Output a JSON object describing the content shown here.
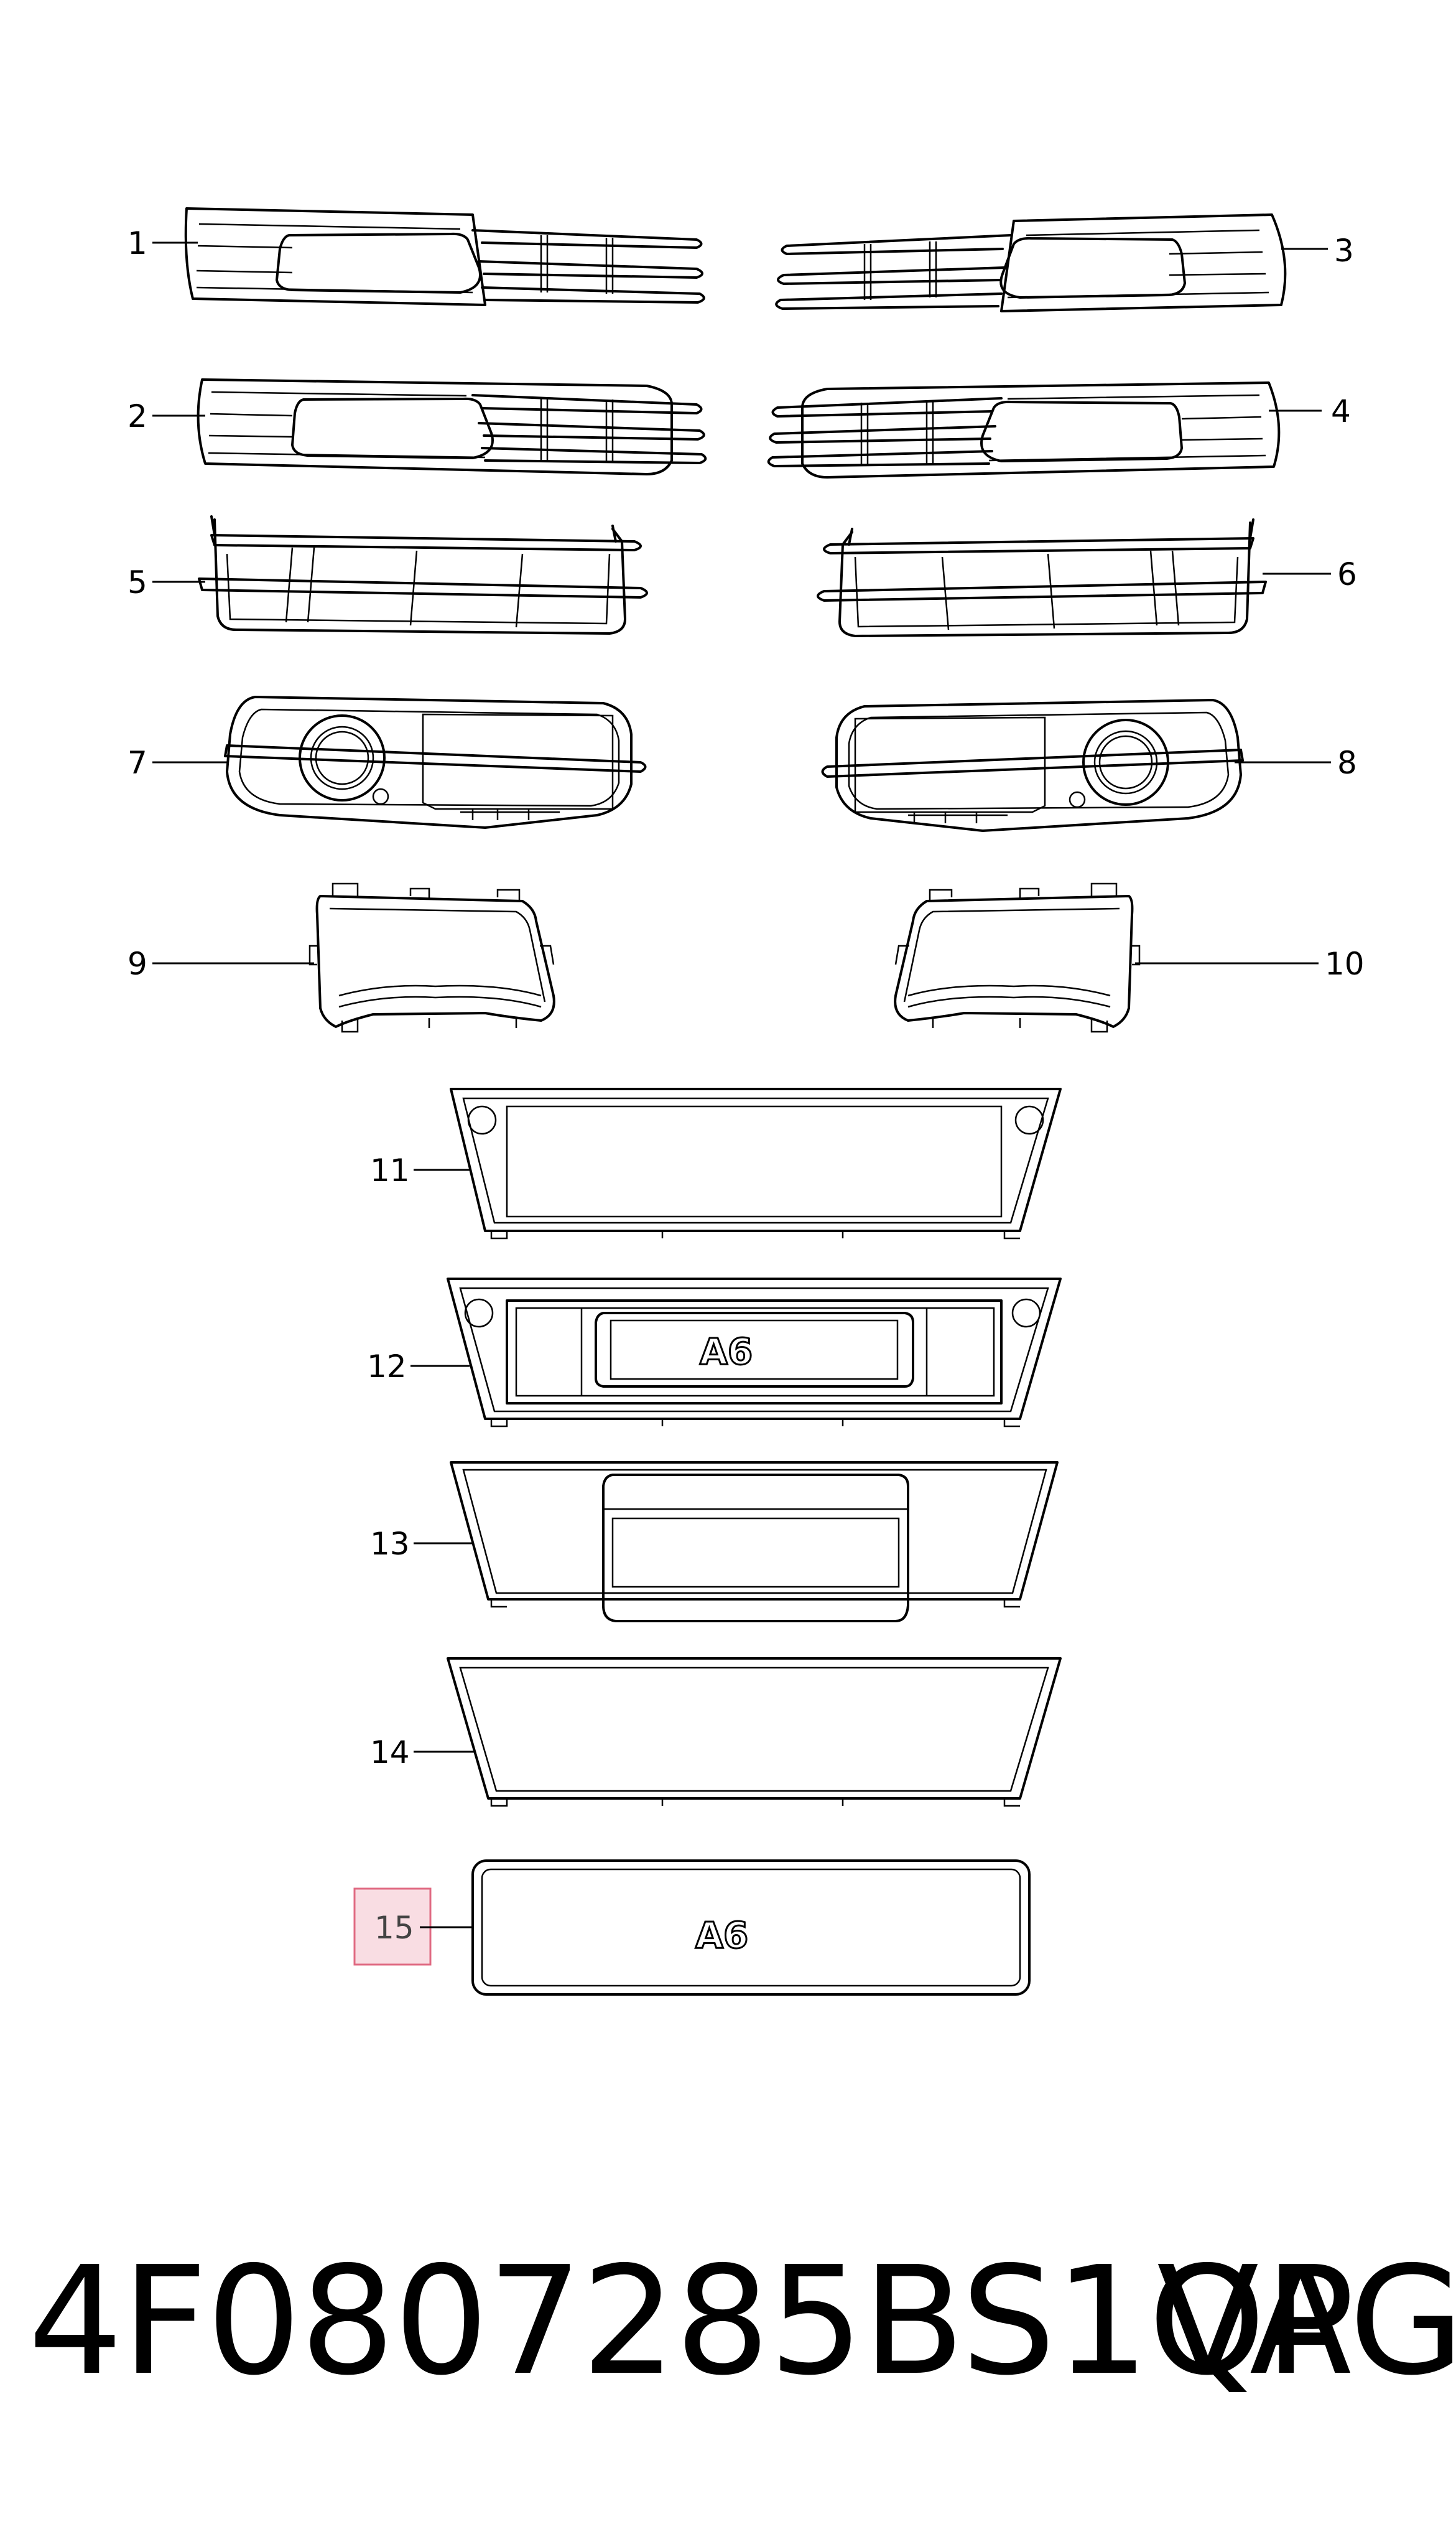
{
  "callouts": [
    "1",
    "2",
    "3",
    "4",
    "5",
    "6",
    "7",
    "8",
    "9",
    "10",
    "11",
    "12",
    "13",
    "14",
    "15"
  ],
  "highlighted_callout": "15",
  "badge_text": "A6",
  "part_number": "4F0807285BS1QP",
  "brand": "VAG",
  "colors": {
    "highlight_fill": "#f9dde3",
    "highlight_border": "#e06a82",
    "line": "#000000"
  }
}
